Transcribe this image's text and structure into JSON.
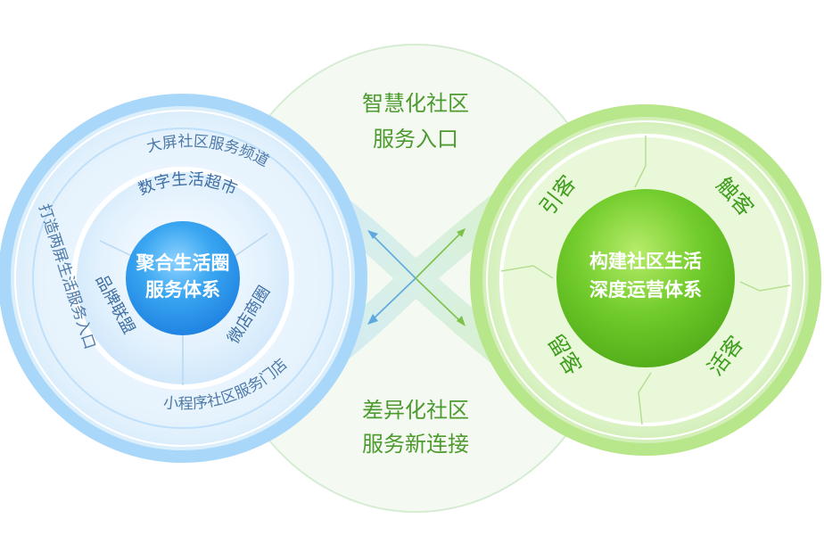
{
  "center": {
    "top_line1": "智慧化社区",
    "top_line2": "服务入口",
    "bottom_line1": "差异化社区",
    "bottom_line2": "服务新连接"
  },
  "left": {
    "core_line1": "聚合生活圈",
    "core_line2": "服务体系",
    "inner_top": "数字生活超市",
    "inner_left": "品牌联盟",
    "inner_right": "微店商圈",
    "outer_top": "大屏社区服务频道",
    "outer_left": "打造两屏生活服务入口",
    "outer_bottom": "小程序社区服务门店"
  },
  "right": {
    "core_line1": "构建社区生活",
    "core_line2": "深度运营体系",
    "seg_top_left": "引客",
    "seg_top_right": "触客",
    "seg_bottom_left": "留客",
    "seg_bottom_right": "活客"
  },
  "colors": {
    "blue_accent": "#2f93ea",
    "green_accent": "#5dbb2a",
    "text_blue": "#3f6ea3",
    "text_green": "#3e9e1c"
  }
}
